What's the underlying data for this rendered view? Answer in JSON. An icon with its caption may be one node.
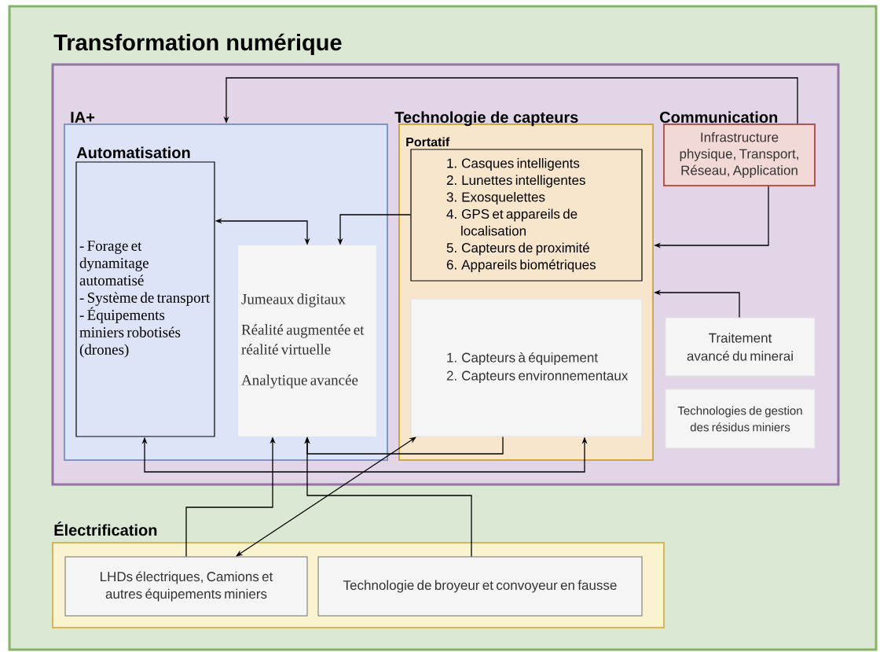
{
  "diagram": {
    "nodes": [
      {
        "text": [
          "Transformation numérique"
        ]
      },
      {
        "text": [],
        "shape": "box",
        "in": 0
      },
      {
        "text": [
          "IA+"
        ],
        "in": 1
      },
      {
        "text": [
          "Automatisation",
          "- Forage et dynamitage automatisé",
          "- Système de transport",
          "- Équipements miniers robotisés (drones)"
        ],
        "in": 2
      },
      {
        "text": [
          "Jumeaux digitaux",
          "Réalité augmentée et réalité virtuelle",
          "Analytique avancée"
        ],
        "in": 2
      },
      {
        "text": [
          "Technologie de capteurs"
        ],
        "in": 1
      },
      {
        "text": [
          "Portatif",
          "1. Casques intelligents",
          "2. Lunettes intelligentes",
          "3. Exosquelettes",
          "4. GPS et appareils de localisation",
          "5. Capteurs de proximité",
          "6. Appareils biométriques"
        ],
        "in": 5
      },
      {
        "text": [
          "1. Capteurs à équipement",
          "2. Capteurs environnementaux"
        ],
        "in": 5
      },
      {
        "text": [
          "Communication",
          "Infrastructure physique, Transport, Réseau, Application"
        ],
        "in": 1
      },
      {
        "text": [
          "Traitement avancé du minerai"
        ],
        "in": 1
      },
      {
        "text": [
          "Technologies de gestion des résidus miniers"
        ],
        "in": 1
      },
      {
        "text": [
          "Électrification"
        ],
        "in": 0
      },
      {
        "text": [
          "LHDs électriques, Camions et autres équipements miniers"
        ],
        "in": 11
      },
      {
        "text": [
          "Technologie de broyeur et convoyeur en fausse"
        ],
        "in": 11
      }
    ],
    "edges": [
      {
        "from": 8,
        "to": 2,
        "arrow": "to"
      },
      {
        "from": 8,
        "to": 5,
        "arrow": "to"
      },
      {
        "from": 9,
        "to": 5,
        "arrow": "to"
      },
      {
        "from": 3,
        "to": 4,
        "arrow": "both"
      },
      {
        "from": 6,
        "to": 4,
        "arrow": "to"
      },
      {
        "from": 3,
        "to": 7,
        "arrow": "both"
      },
      {
        "from": 7,
        "to": 4,
        "arrow": "to"
      },
      {
        "from": 12,
        "to": 4,
        "arrow": "to"
      },
      {
        "from": 13,
        "to": 4,
        "arrow": "to"
      },
      {
        "from": 12,
        "to": 7,
        "arrow": "both"
      }
    ]
  }
}
